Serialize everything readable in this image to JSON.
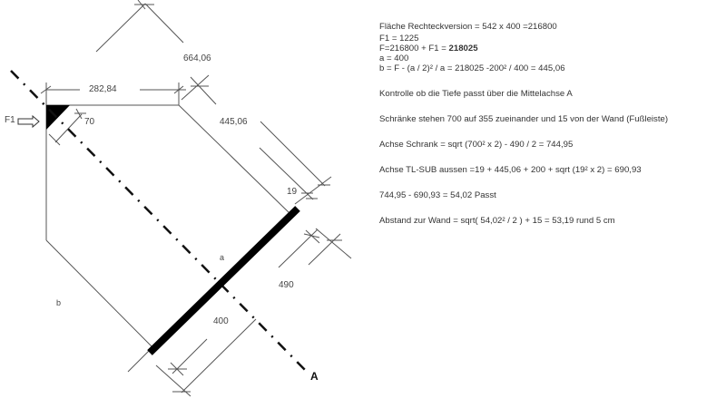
{
  "drawing": {
    "labels": {
      "top_dim": "664,06",
      "width_dim": "282,84",
      "side_dim": "445,06",
      "corner_dim": "70",
      "f1": "F1",
      "offset_dim": "19",
      "a": "a",
      "b": "b",
      "depth_dim": "490",
      "bar_dim": "400",
      "axis": "A"
    }
  },
  "notes": {
    "line1": "Fläche Rechteckversion = 542 x 400 =216800",
    "line2": "F1 = 1225",
    "line3_prefix": "F=216800 + F1 = ",
    "line3_bold": "218025",
    "line4": "a = 400",
    "line5": "b = F - (a / 2)² / a = 218025 -200² / 400 = 445,06",
    "line6": "Kontrolle ob die Tiefe passt über die Mittelachse A",
    "line7": "Schränke stehen 700 auf 355 zueinander und 15 von der Wand (Fußleiste)",
    "line8": "Achse Schrank = sqrt (700² x 2) - 490 / 2 = 744,95",
    "line9": "Achse TL-SUB aussen =19 + 445,06 + 200 + sqrt (19² x 2) = 690,93",
    "line10": "744,95 - 690,93 = 54,02  Passt",
    "line11": "Abstand zur Wand = sqrt( 54,02² / 2 ) + 15 = 53,19 rund 5 cm"
  }
}
